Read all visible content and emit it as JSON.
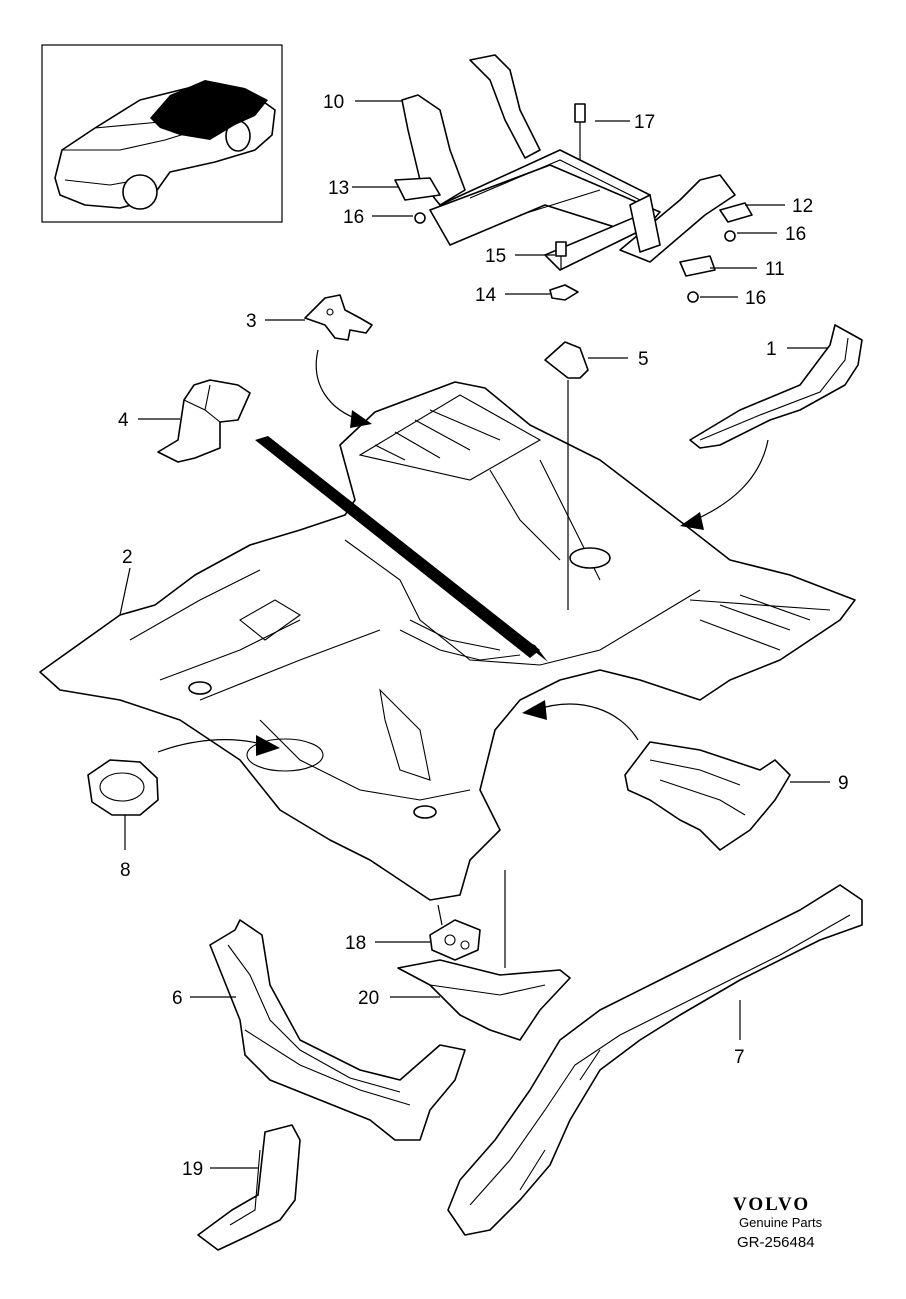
{
  "callouts": {
    "c1": "1",
    "c2": "2",
    "c3": "3",
    "c4": "4",
    "c5": "5",
    "c6": "6",
    "c7": "7",
    "c8": "8",
    "c9": "9",
    "c10": "10",
    "c11": "11",
    "c12": "12",
    "c13": "13",
    "c14": "14",
    "c15": "15",
    "c16a": "16",
    "c16b": "16",
    "c16c": "16",
    "c17": "17",
    "c18": "18",
    "c19": "19",
    "c20": "20"
  },
  "brand": {
    "logo": "VOLVO",
    "subtitle": "Genuine Parts",
    "reference": "GR-256484"
  },
  "colors": {
    "line": "#000000",
    "background": "#ffffff",
    "highlight": "#000000"
  }
}
